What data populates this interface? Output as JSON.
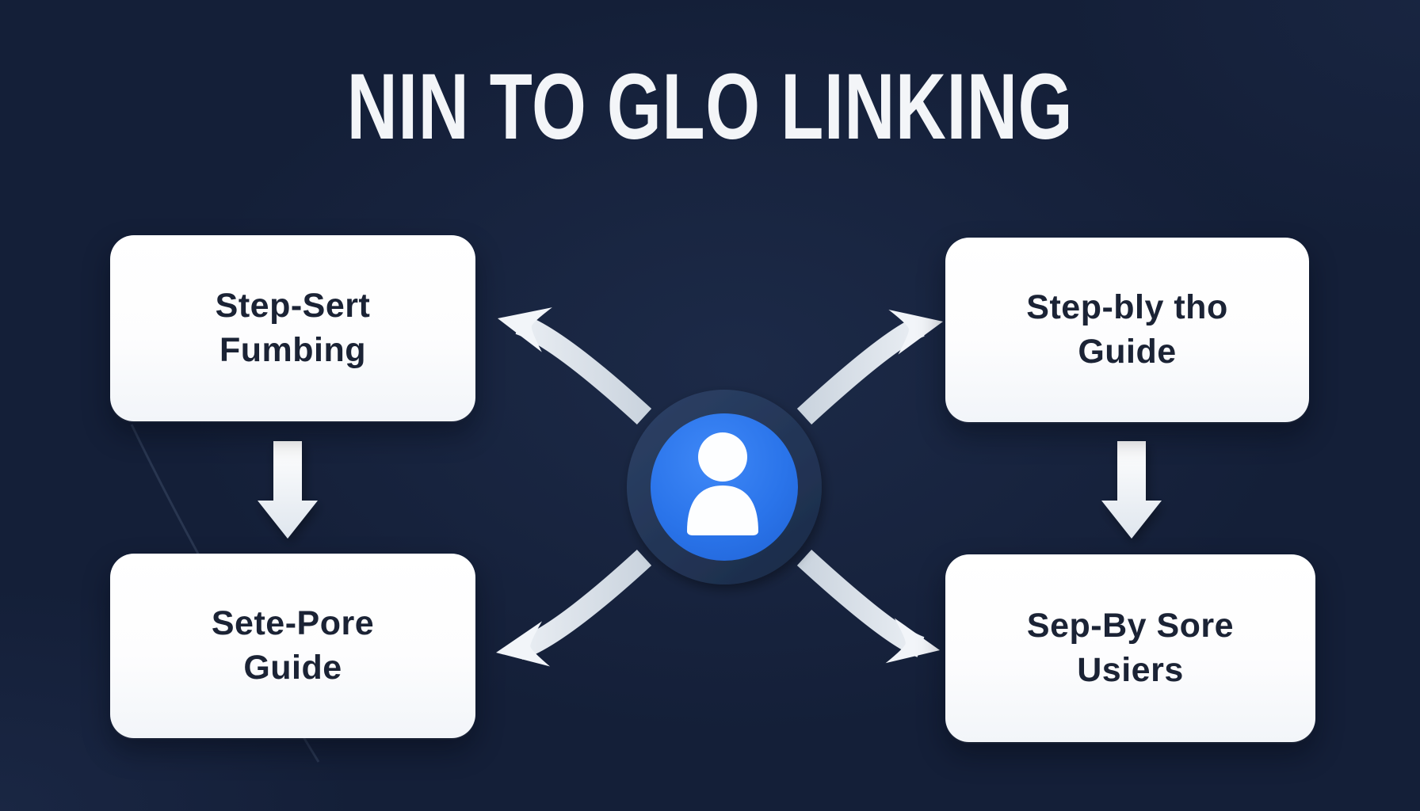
{
  "title": "NIN TO GLO LINKING",
  "cards": [
    {
      "position": "top-left",
      "line1": "Step-Sert",
      "line2": "Fumbing"
    },
    {
      "position": "top-right",
      "line1": "Step-bly tho",
      "line2": "Guide"
    },
    {
      "position": "bottom-left",
      "line1": "Sete-Pore",
      "line2": "Guide"
    },
    {
      "position": "bottom-right",
      "line1": "Sep-By Sore",
      "line2": "Usiers"
    }
  ],
  "center_node": {
    "icon": "person-icon",
    "inner_color": "#2d76ec",
    "ring_color": "#243656"
  },
  "flow": {
    "curved_arrows": [
      "top-left",
      "top-right",
      "bottom-left",
      "bottom-right"
    ],
    "down_arrows": [
      "left",
      "right"
    ]
  },
  "colors": {
    "background": "#141f38",
    "title_text": "#f3f5f8",
    "card_background": "#fcfdfe",
    "card_text": "#1b2335",
    "arrow_light": "#f2f5f9",
    "arrow_dark": "#c7d1dc"
  }
}
